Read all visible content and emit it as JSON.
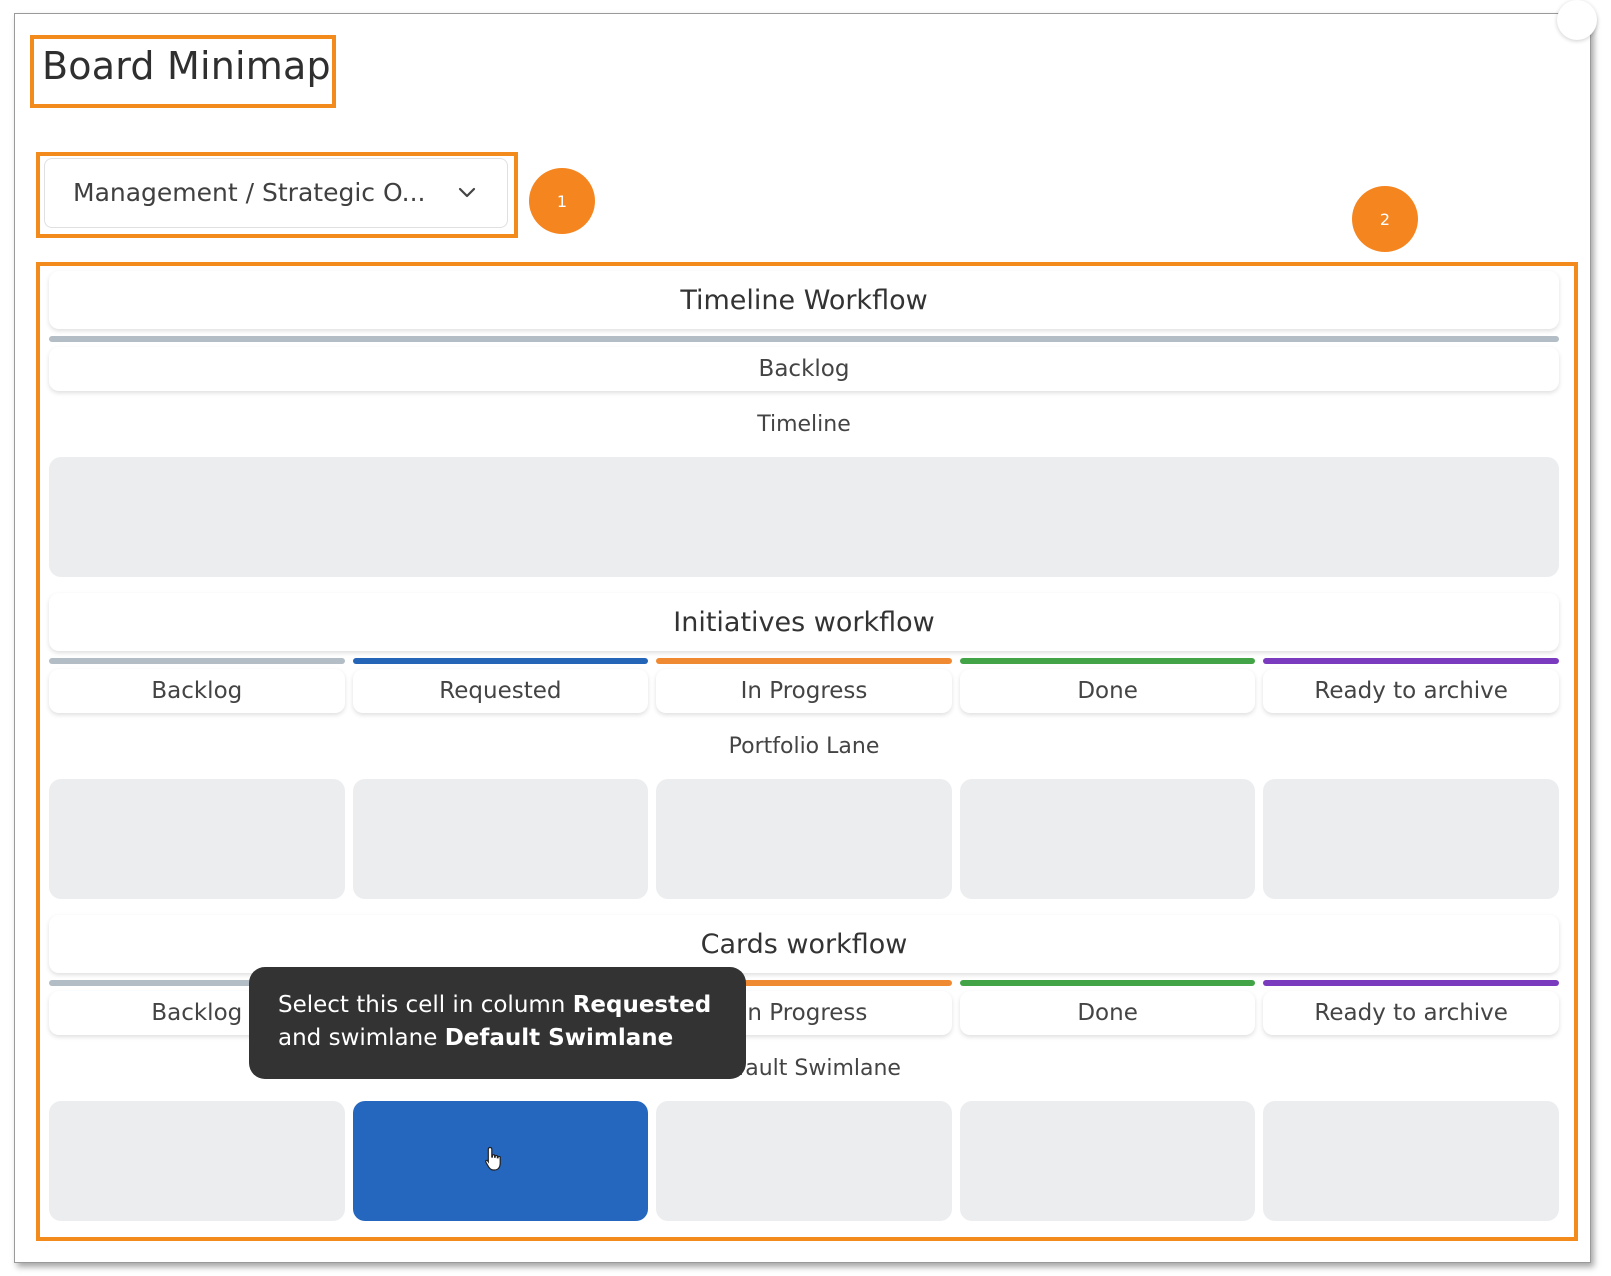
{
  "modal": {
    "title": "Board Minimap"
  },
  "board_selector": {
    "value": "Management / Strategic O..."
  },
  "annotations": [
    "1",
    "2"
  ],
  "colors": {
    "highlight": "#f28a1c",
    "marker": "#f5851f",
    "gray": "#b2bdc6",
    "blue": "#2565b8",
    "orange": "#f08a32",
    "green": "#43a447",
    "purple": "#7a3bbf",
    "selected_cell": "#2566be"
  },
  "workflows": [
    {
      "name": "Timeline Workflow",
      "columns": [
        {
          "name": "Backlog",
          "color": "gray"
        }
      ],
      "lane": "Timeline"
    },
    {
      "name": "Initiatives workflow",
      "columns": [
        {
          "name": "Backlog",
          "color": "gray"
        },
        {
          "name": "Requested",
          "color": "blue"
        },
        {
          "name": "In Progress",
          "color": "orange"
        },
        {
          "name": "Done",
          "color": "green"
        },
        {
          "name": "Ready to archive",
          "color": "purple"
        }
      ],
      "lane": "Portfolio Lane"
    },
    {
      "name": "Cards workflow",
      "columns": [
        {
          "name": "Backlog",
          "color": "gray"
        },
        {
          "name": "Requested",
          "color": "blue"
        },
        {
          "name": "In Progress",
          "color": "orange"
        },
        {
          "name": "Done",
          "color": "green"
        },
        {
          "name": "Ready to archive",
          "color": "purple"
        }
      ],
      "lane": "Default Swimlane",
      "selected_column": "Requested"
    }
  ],
  "tooltip": {
    "prefix": "Select this cell in column ",
    "column": "Requested",
    "middle": " and swimlane ",
    "swimlane": "Default Swimlane"
  }
}
